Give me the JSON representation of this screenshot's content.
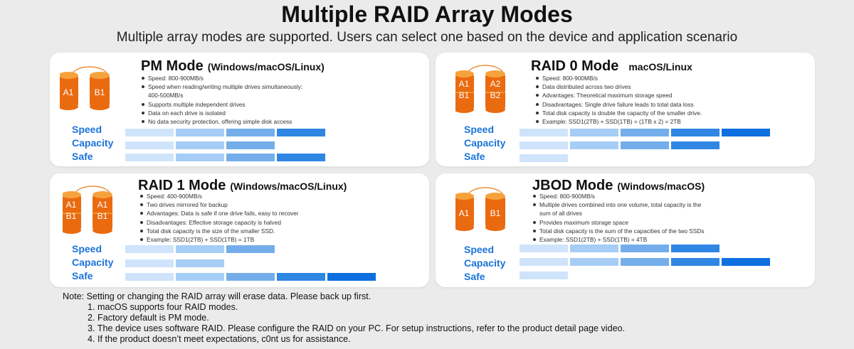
{
  "header": {
    "title": "Multiple RAID Array Modes",
    "subtitle": "Multiple array modes are supported. Users can select one based on the device and application scenario"
  },
  "labels": {
    "speed": "Speed",
    "capacity": "Capacity",
    "safe": "Safe"
  },
  "drive_colors": {
    "top": "#f6a23c",
    "body": "#ea6a10",
    "label": "#ffffff",
    "connector": "#ee8a33"
  },
  "bar_colors": [
    "#cfe4fb",
    "#a6cdf5",
    "#74aeea",
    "#2f86e3",
    "#0d6fe0"
  ],
  "label_color": "#1a73d9",
  "modes": [
    {
      "title": "PM Mode",
      "subtitle": "(Windows/macOS/Linux)",
      "drive_labels": [
        "A1",
        "B1"
      ],
      "bullets": [
        "Speed: 800-900MB/s",
        "Speed  when  reading/writing  multiple  drives  simultaneously:",
        "400-500MB/s",
        "Supports multiple independent drives",
        "Data on each drive is isolated",
        "No data security protection, offering simple disk access"
      ],
      "levels": {
        "speed": 4,
        "capacity": 3,
        "safe": 4
      }
    },
    {
      "title": "RAID 0 Mode",
      "subtitle": "macOS/Linux",
      "drive_labels": [
        "A1",
        "B1",
        "A2",
        "B2"
      ],
      "bullets": [
        "Speed: 800-900MB/s",
        "Data distributed across two drives",
        "Advantages: Theoretical maximum storage speed",
        "Disadvantages: Single drive failure leads to total data loss",
        "Total disk capacity is double the capacity of the smaller drive.",
        "Example: SSD1(2TB) + SSD(1TB) = (1TB x 2) = 2TB"
      ],
      "levels": {
        "speed": 5,
        "capacity": 4,
        "safe": 1
      }
    },
    {
      "title": "RAID 1 Mode",
      "subtitle": "(Windows/macOS/Linux)",
      "drive_labels": [
        "A1",
        "B1",
        "A1",
        "B1"
      ],
      "bullets": [
        "Speed: 400-900MB/s",
        "Two drives mirrored for backup",
        "Advantages: Data is safe if one drive fails, easy to recover",
        "Disadvantages: Effective storage capacity is halved",
        "Total disk capacity is the size of the smaller SSD.",
        "Example: SSD1(2TB) + SSD(1TB) = 1TB"
      ],
      "levels": {
        "speed": 3,
        "capacity": 2,
        "safe": 5
      }
    },
    {
      "title": "JBOD Mode",
      "subtitle": "(Windows/macOS)",
      "drive_labels": [
        "A1",
        "B1"
      ],
      "bullets": [
        "Speed: 800-900MB/s",
        "Multiple drives combined into one volume, total capacity is the",
        "sum of all drives",
        "Provides maximum storage space",
        "Total disk capacity is the sum of the capacities of the two SSDs",
        "Example: SSD1(2TB) + SSD(1TB) = 4TB"
      ],
      "levels": {
        "speed": 4,
        "capacity": 5,
        "safe": 1
      }
    }
  ],
  "notes": {
    "heading": "Note: Setting or changing the RAID array will erase data. Please back up first.",
    "items": [
      "1. macOS supports four RAID modes.",
      "2. Factory default is PM mode.",
      "3. The device uses software RAID. Please configure the RAID on your PC. For setup instructions, refer to the product detail page video.",
      "4. If the product doesn’t meet expectations, c0nt us for assistance."
    ]
  }
}
